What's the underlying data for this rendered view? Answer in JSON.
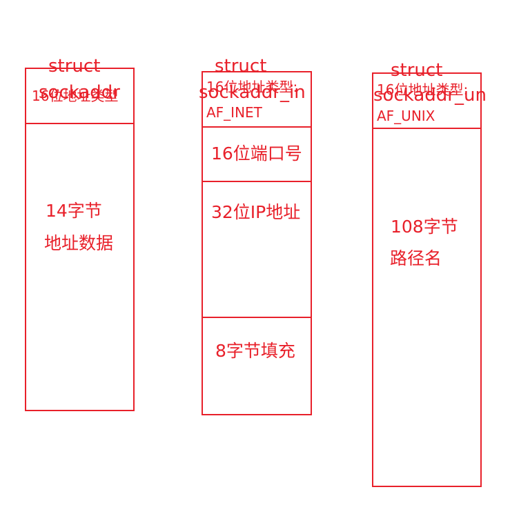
{
  "diagram": {
    "sockaddr": {
      "title_line1": "struct",
      "title_line2": "sockaddr",
      "field_family": "16位地址类型",
      "field_data_line1": "14字节",
      "field_data_line2": "地址数据"
    },
    "sockaddr_in": {
      "title_line1": "struct",
      "title_line2": "sockaddr_in",
      "field_family_line1": "16位地址类型:",
      "field_family_line2": "AF_INET",
      "field_port": "16位端口号",
      "field_ip": "32位IP地址",
      "field_padding": "8字节填充"
    },
    "sockaddr_un": {
      "title_line1": "struct",
      "title_line2": "sockaddr_un",
      "field_family_line1": "16位地址类型:",
      "field_family_line2": "AF_UNIX",
      "field_path_line1": "108字节",
      "field_path_line2": "路径名"
    },
    "colors": {
      "stroke": "#e8202a",
      "text": "#e8202a",
      "background": "#ffffff"
    }
  }
}
